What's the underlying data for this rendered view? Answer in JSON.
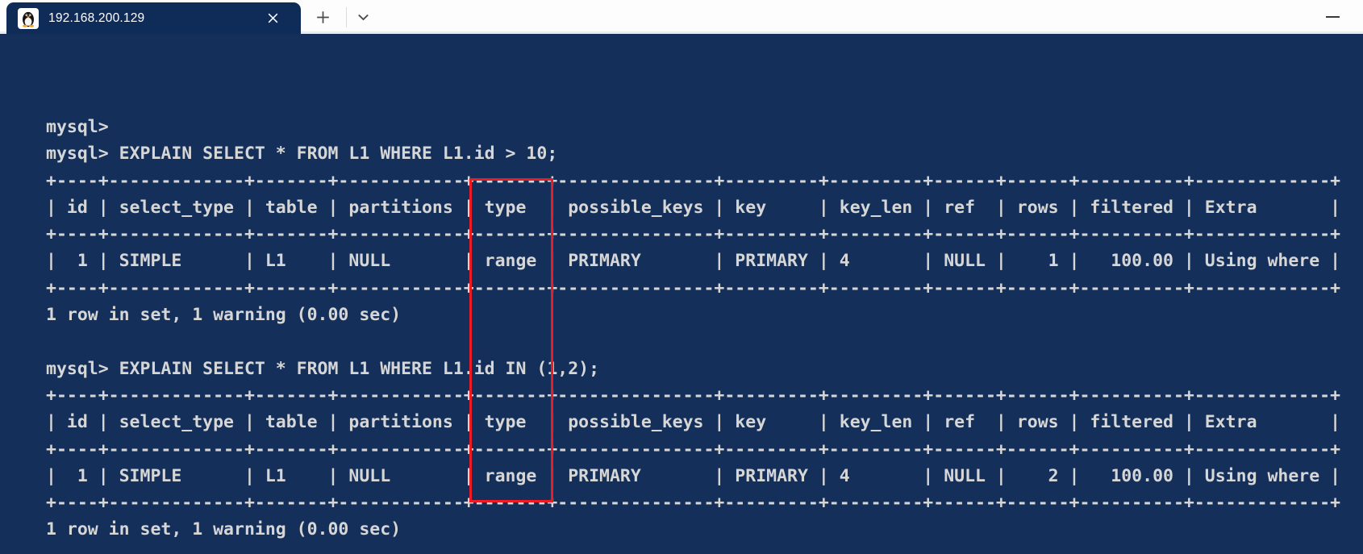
{
  "browser": {
    "tab": {
      "title": "192.168.200.129",
      "favicon": "tux-penguin",
      "close_icon": "x-cross"
    },
    "new_tab_icon": "plus",
    "tab_list_icon": "chevron-down",
    "minimize_icon": "horizontal-bar"
  },
  "colors": {
    "tab_background": "#0f2c58",
    "terminal_background": "#14305a",
    "terminal_text": "#d6d6d6",
    "highlight_red": "#ed1c24"
  },
  "terminal": {
    "prompt": "mysql>",
    "lines": [
      "mysql>",
      "mysql> EXPLAIN SELECT * FROM L1 WHERE L1.id > 10;",
      "+----+-------------+-------+------------+-------+---------------+---------+---------+------+------+----------+-------------+",
      "| id | select_type | table | partitions | type  | possible_keys | key     | key_len | ref  | rows | filtered | Extra       |",
      "+----+-------------+-------+------------+-------+---------------+---------+---------+------+------+----------+-------------+",
      "|  1 | SIMPLE      | L1    | NULL       | range | PRIMARY       | PRIMARY | 4       | NULL |    1 |   100.00 | Using where |",
      "+----+-------------+-------+------------+-------+---------------+---------+---------+------+------+----------+-------------+",
      "1 row in set, 1 warning (0.00 sec)",
      "",
      "mysql> EXPLAIN SELECT * FROM L1 WHERE L1.id IN (1,2);",
      "+----+-------------+-------+------------+-------+---------------+---------+---------+------+------+----------+-------------+",
      "| id | select_type | table | partitions | type  | possible_keys | key     | key_len | ref  | rows | filtered | Extra       |",
      "+----+-------------+-------+------------+-------+---------------+---------+---------+------+------+----------+-------------+",
      "|  1 | SIMPLE      | L1    | NULL       | range | PRIMARY       | PRIMARY | 4       | NULL |    2 |   100.00 | Using where |",
      "+----+-------------+-------+------------+-------+---------------+---------+---------+------+------+----------+-------------+",
      "1 row in set, 1 warning (0.00 sec)"
    ]
  },
  "highlight": {
    "label": "type column highlighted in both EXPLAIN results"
  }
}
